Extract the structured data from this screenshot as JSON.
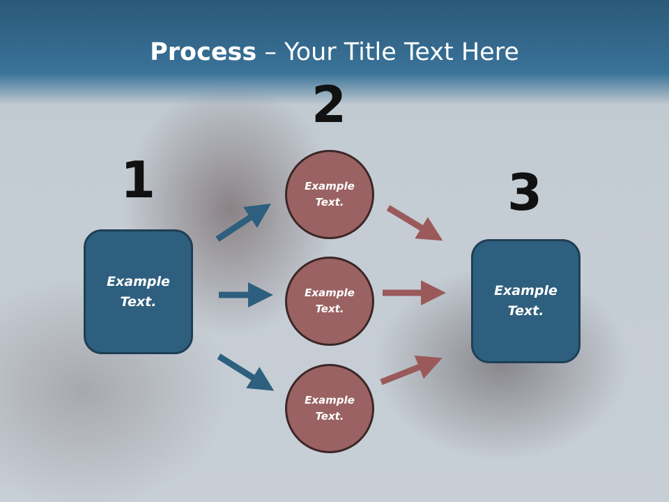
{
  "slide": {
    "title_bold": "Process",
    "title_rest": " – Your Title Text Here"
  },
  "steps": {
    "one": "1",
    "two": "2",
    "three": "3"
  },
  "nodes": {
    "left_box": "Example Text.",
    "circle_top": "Example Text.",
    "circle_middle": "Example Text.",
    "circle_bottom": "Example Text.",
    "right_box": "Example Text."
  },
  "colors": {
    "header": "#2b5878",
    "box_fill": "#2e5f7e",
    "circle_fill": "#9a6262",
    "blue_arrow": "#2e5f7e",
    "red_arrow": "#9a5a5a"
  }
}
